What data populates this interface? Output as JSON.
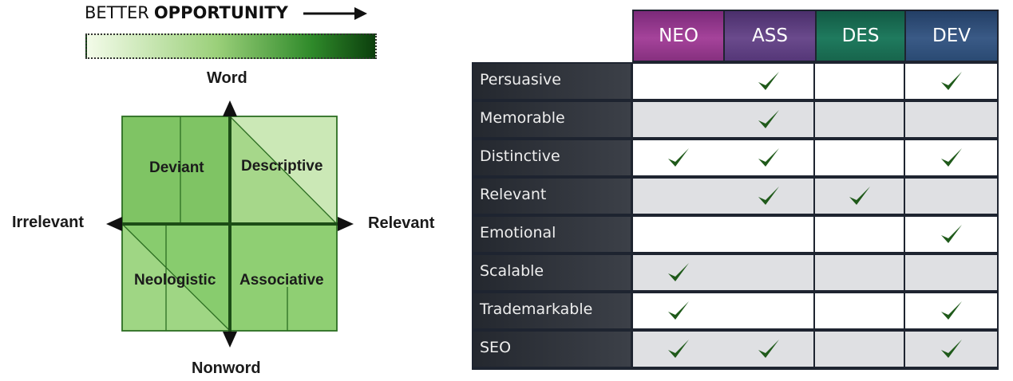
{
  "legend": {
    "prefix": "BETTER",
    "emphasis": "OPPORTUNITY"
  },
  "quadrant": {
    "axis_top": "Word",
    "axis_bottom": "Nonword",
    "axis_left": "Irrelevant",
    "axis_right": "Relevant",
    "top_left": "Deviant",
    "top_right": "Descriptive",
    "bottom_left": "Neologistic",
    "bottom_right": "Associative"
  },
  "table": {
    "columns": [
      "NEO",
      "ASS",
      "DES",
      "DEV"
    ],
    "header_colors": [
      "#a5439a",
      "#6a4a8c",
      "#1f7a5e",
      "#3a5a86"
    ],
    "check_color": "#1f5a1a",
    "rows": [
      {
        "label": "Persuasive",
        "checks": [
          false,
          true,
          false,
          true
        ]
      },
      {
        "label": "Memorable",
        "checks": [
          false,
          true,
          false,
          false
        ]
      },
      {
        "label": "Distinctive",
        "checks": [
          true,
          true,
          false,
          true
        ]
      },
      {
        "label": "Relevant",
        "checks": [
          false,
          true,
          true,
          false
        ]
      },
      {
        "label": "Emotional",
        "checks": [
          false,
          false,
          false,
          true
        ]
      },
      {
        "label": "Scalable",
        "checks": [
          true,
          false,
          false,
          false
        ]
      },
      {
        "label": "Trademarkable",
        "checks": [
          true,
          false,
          false,
          true
        ]
      },
      {
        "label": "SEO",
        "checks": [
          true,
          true,
          false,
          true
        ]
      }
    ]
  }
}
